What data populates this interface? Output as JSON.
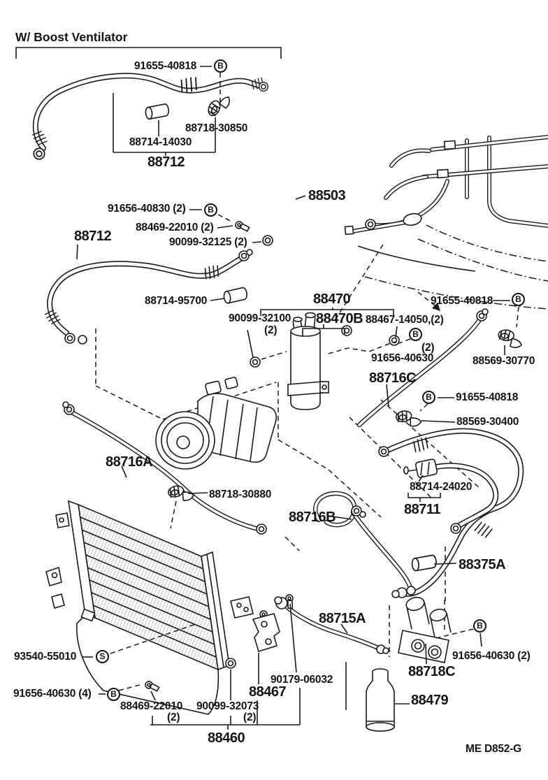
{
  "page": {
    "title": "W/ Boost Ventilator",
    "footer_code": "ME  D852-G"
  },
  "symbols": {
    "bolt": "B",
    "screw": "S"
  },
  "labels": {
    "hose_bolt_top": "91655-40818",
    "clamp_top": "88718-30850",
    "cushion_top": "88714-14030",
    "hose_assy_top": "88712",
    "valve_assy": "88503",
    "valve_bolt": "91656-40830 (2)",
    "valve_stud": "88469-22010 (2)",
    "valve_union": "90099-32125 (2)",
    "suction_hose": "88712",
    "hose_cushion": "88714-95700",
    "receiver_assy": "88470",
    "receiver_nut": "90099-32100",
    "receiver_nut_qty": "(2)",
    "receiver_sub": "88470B",
    "receiver_bolt": "88467-14050,(2)",
    "receiver_bolt2_qty": "(2)",
    "receiver_bolt2": "91656-40630",
    "pipe_bolt_right": "91655-40818",
    "clamp_right": "88569-30770",
    "liquid_pipe": "88716C",
    "pipe_bolt_mid": "91655-40818",
    "clamp_mid": "88569-30400",
    "hose_cushion2": "88714-24020",
    "discharge_hose": "88711",
    "pipe_a": "88716A",
    "clamp_pipe": "88718-30880",
    "pipe_b": "88716B",
    "cushion_b": "88375A",
    "pipe_c": "88715A",
    "condenser_screw": "93540-55010",
    "condenser_bolt4": "91656-40630 (4)",
    "condenser_stud": "88469-22010",
    "condenser_stud_qty": "(2)",
    "condenser_nut": "90099-32073",
    "condenser_nut_qty": "(2)",
    "bracket": "88467",
    "bracket_bolt": "90179-06032",
    "condenser": "88460",
    "joint_bolt2": "91656-40630 (2)",
    "joint": "88718C",
    "oil_can": "88479"
  }
}
